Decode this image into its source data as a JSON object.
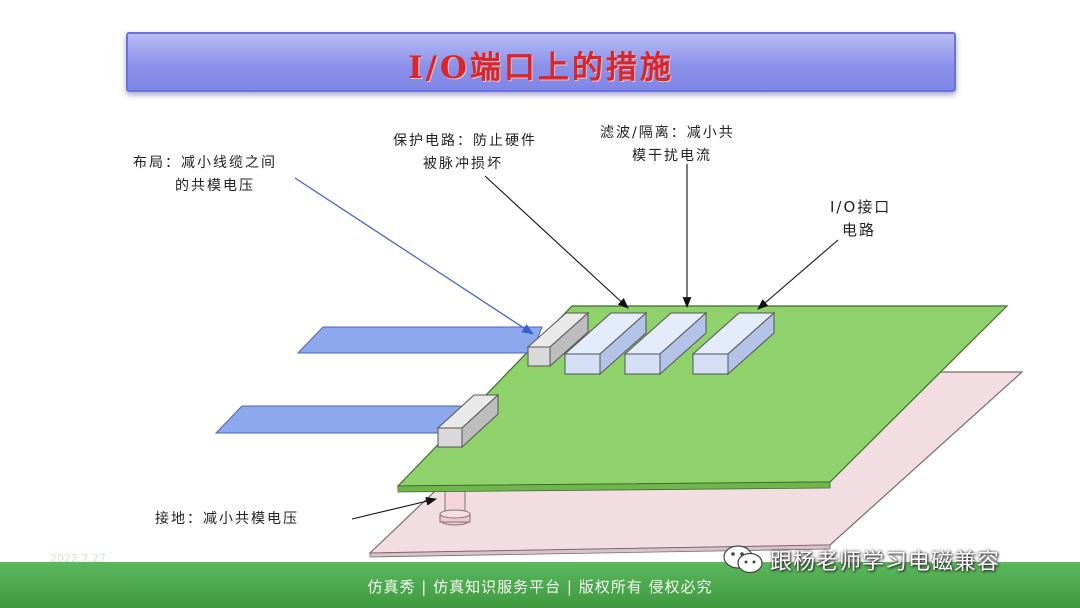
{
  "title": "I/O端口上的措施",
  "labels": {
    "layout_line1": "布局：减小线缆之间",
    "layout_line2": "的共模电压",
    "protection_line1": "保护电路：防止硬件",
    "protection_line2": "被脉冲损坏",
    "filter_line1": "滤波/隔离：减小共",
    "filter_line2": "模干扰电流",
    "io_line1": "I/O接口",
    "io_line2": "电路",
    "ground": "接地：减小共模电压"
  },
  "footer": {
    "date": "2022.7.27",
    "text": "仿真秀 | 仿真知识服务平台 | 版权所有 侵权必究",
    "watermark": "跟杨老师学习电磁兼容"
  },
  "colors": {
    "title_text": "#d9262c",
    "title_bg": "#8c92ea",
    "pcb": "#8fd16b",
    "ground_plane": "#f2dde3",
    "cable": "#8ea8ee",
    "component": "#ccd8f3",
    "footer": "#4caa4c"
  },
  "icons": [
    "wechat-icon"
  ]
}
